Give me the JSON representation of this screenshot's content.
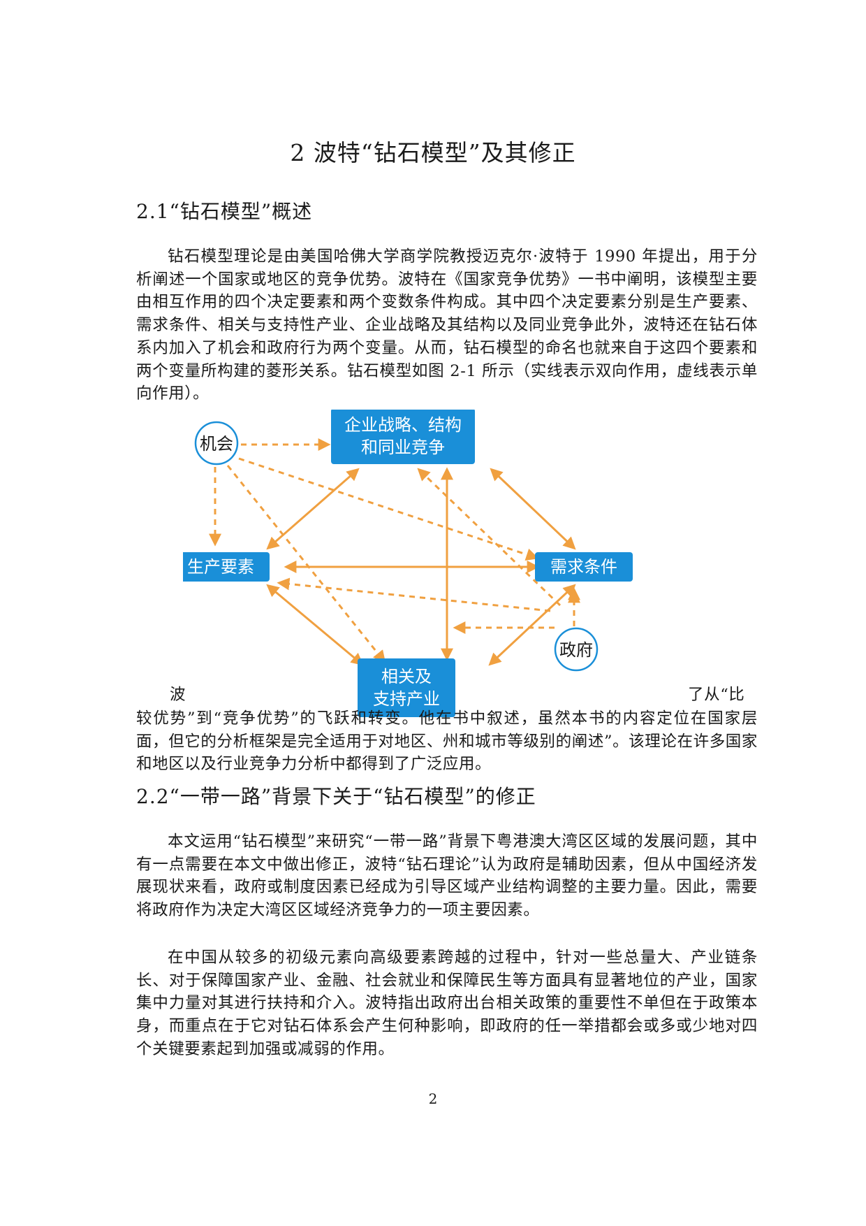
{
  "chapter_title": "2 波特“钻石模型”及其修正",
  "section_21_title": "2.1“钻石模型”概述",
  "para_1": "钻石模型理论是由美国哈佛大学商学院教授迈克尔·波特于 1990 年提出，用于分析阐述一个国家或地区的竞争优势。波特在《国家竞争优势》一书中阐明，该模型主要由相互作用的四个决定要素和两个变数条件构成。其中四个决定要素分别是生产要素、需求条件、相关与支持性产业、企业战略及其结构以及同业竞争此外，波特还在钻石体系内加入了机会和政府行为两个变量。从而，钻石模型的命名也就来自于这四个要素和两个变量所构建的菱形关系。钻石模型如图 2-1 所示（实线表示双向作用，虚线表示单向作用）。",
  "diagram": {
    "node_strategy_line1": "企业战略、结构",
    "node_strategy_line2": "和同业竞争",
    "node_factors": "生产要素",
    "node_demand": "需求条件",
    "node_related_line1": "相关及",
    "node_related_line2": "支持产业",
    "node_chance": "机会",
    "node_government": "政府"
  },
  "para_2_line1_left": "波",
  "para_2_line1_right": "了从“比",
  "para_2_rest": "较优势”到“竞争优势”的飞跃和转变。他在书中叙述，虽然本书的内容定位在国家层面，但它的分析框架是完全适用于对地区、州和城市等级别的阐述”。该理论在许多国家和地区以及行业竞争力分析中都得到了广泛应用。",
  "section_22_title": "2.2“一带一路”背景下关于“钻石模型”的修正",
  "para_3": "本文运用“钻石模型”来研究“一带一路”背景下粤港澳大湾区区域的发展问题，其中有一点需要在本文中做出修正，波特“钻石理论”认为政府是辅助因素，但从中国经济发展现状来看，政府或制度因素已经成为引导区域产业结构调整的主要力量。因此，需要将政府作为决定大湾区区域经济竞争力的一项主要因素。",
  "para_4": "在中国从较多的初级元素向高级要素跨越的过程中，针对一些总量大、产业链条长、对于保障国家产业、金融、社会就业和保障民生等方面具有显著地位的产业，国家集中力量对其进行扶持和介入。波特指出政府出台相关政策的重要性不单但在于政策本身，而重点在于它对钻石体系会产生何种影响，即政府的任一举措都会或多或少地对四个关键要素起到加强或减弱的作用。",
  "page_number": "2"
}
